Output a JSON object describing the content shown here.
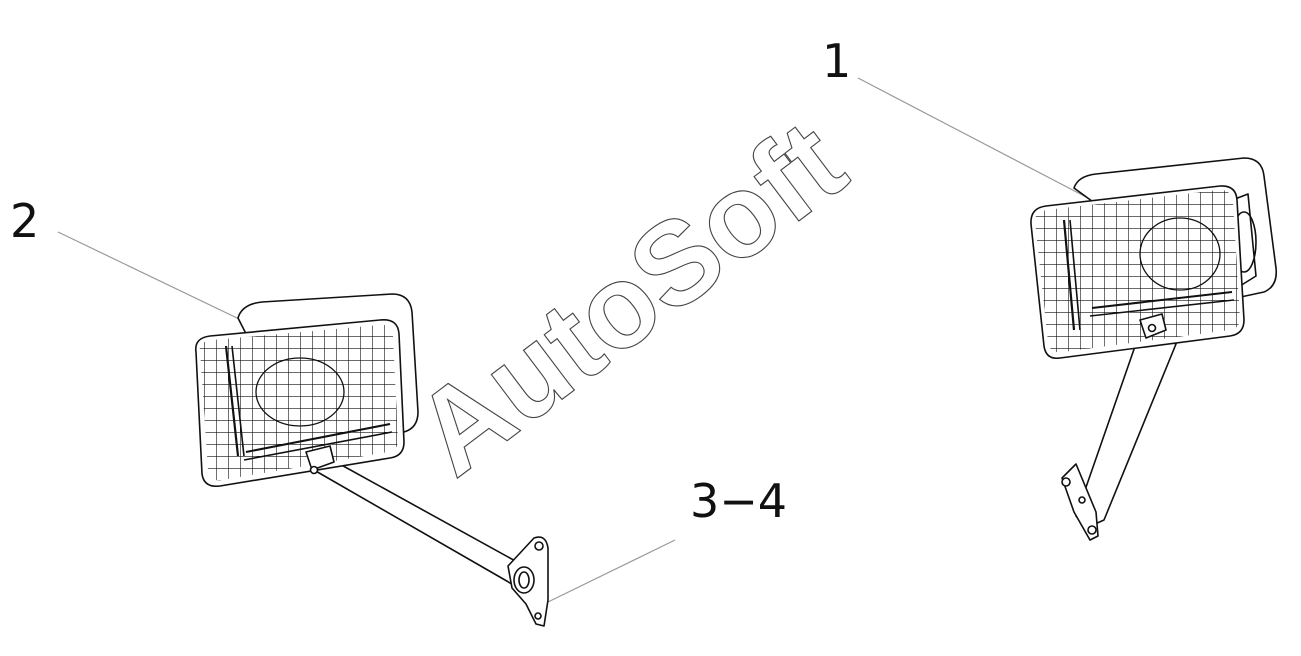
{
  "callouts": {
    "part_1": "1",
    "part_2": "2",
    "part_3": "3−4"
  },
  "watermark": "AutoSoft",
  "colors": {
    "ink": "#111111",
    "leader": "#9a9a9a",
    "background": "#ffffff"
  }
}
